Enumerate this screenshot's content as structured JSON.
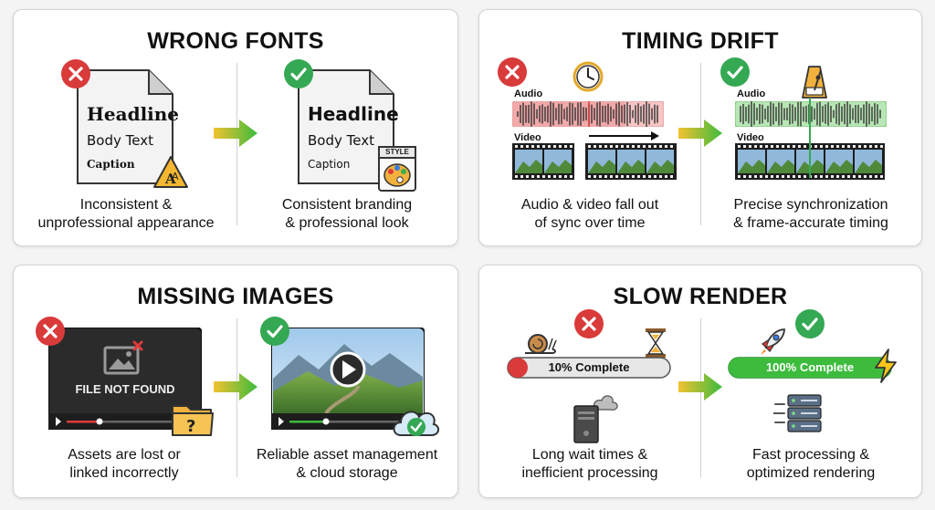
{
  "panels": {
    "wrong_fonts": {
      "title": "WRONG FONTS",
      "bad_doc": {
        "headline": "Headline",
        "body": "Body Text",
        "caption": "Caption"
      },
      "good_doc": {
        "headline": "Headline",
        "body": "Body Text",
        "caption": "Caption",
        "style_tag": "STYLE"
      },
      "bad_caption": [
        "Inconsistent &",
        "unprofessional appearance"
      ],
      "good_caption": [
        "Consistent branding",
        "& professional look"
      ]
    },
    "timing_drift": {
      "title": "TIMING DRIFT",
      "audio_label": "Audio",
      "video_label": "Video",
      "bad_caption": [
        "Audio & video fall out",
        "of sync over time"
      ],
      "good_caption": [
        "Precise synchronization",
        "& frame-accurate timing"
      ]
    },
    "missing_images": {
      "title": "MISSING IMAGES",
      "not_found_text": "FILE NOT FOUND",
      "bad_caption": [
        "Assets are lost or",
        "linked incorrectly"
      ],
      "good_caption": [
        "Reliable asset management",
        "& cloud storage"
      ]
    },
    "slow_render": {
      "title": "SLOW RENDER",
      "slow_label": "10% Complete",
      "slow_progress": 0.1,
      "fast_label": "100% Complete",
      "fast_progress": 1.0,
      "bad_caption": [
        "Long wait times &",
        "inefficient processing"
      ],
      "good_caption": [
        "Fast processing &",
        "optimized rendering"
      ]
    }
  },
  "colors": {
    "bad": "#d93a3a",
    "good": "#34a853",
    "arrow_start": "#f2c230",
    "arrow_end": "#3dbb3d"
  }
}
